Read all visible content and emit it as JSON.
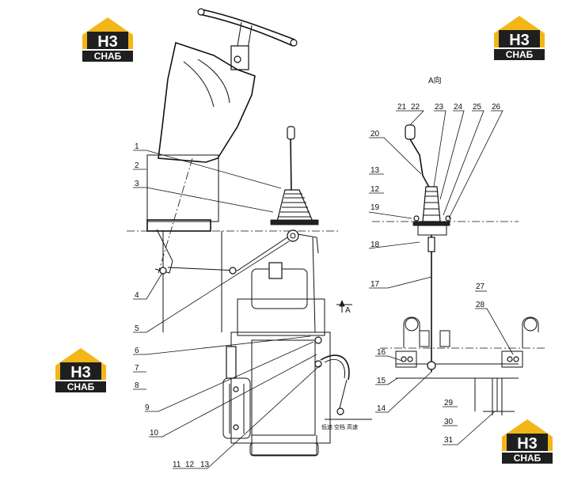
{
  "logo": {
    "text_top": "H3",
    "text_bottom": "СНАБ",
    "color_gold": "#f2b619",
    "color_dark": "#1f1f1f"
  },
  "view_title": "A向",
  "section_mark": "A",
  "speed_labels": [
    "低速",
    "空档",
    "高速"
  ],
  "callouts_left": {
    "c1": "1",
    "c2": "2",
    "c3": "3",
    "c4": "4",
    "c5": "5",
    "c6": "6",
    "c7": "7",
    "c8": "8",
    "c9": "9",
    "c10": "10",
    "c11": "11",
    "c12": "12",
    "c13": "13"
  },
  "callouts_right": {
    "c13": "13",
    "c12": "12",
    "c19": "19",
    "c18": "18",
    "c17": "17",
    "c20": "20",
    "c21": "21",
    "c22": "22",
    "c23": "23",
    "c24": "24",
    "c25": "25",
    "c26": "26",
    "c27": "27",
    "c28": "28",
    "c16": "16",
    "c15": "15",
    "c14": "14",
    "c29": "29",
    "c30": "30",
    "c31": "31"
  }
}
